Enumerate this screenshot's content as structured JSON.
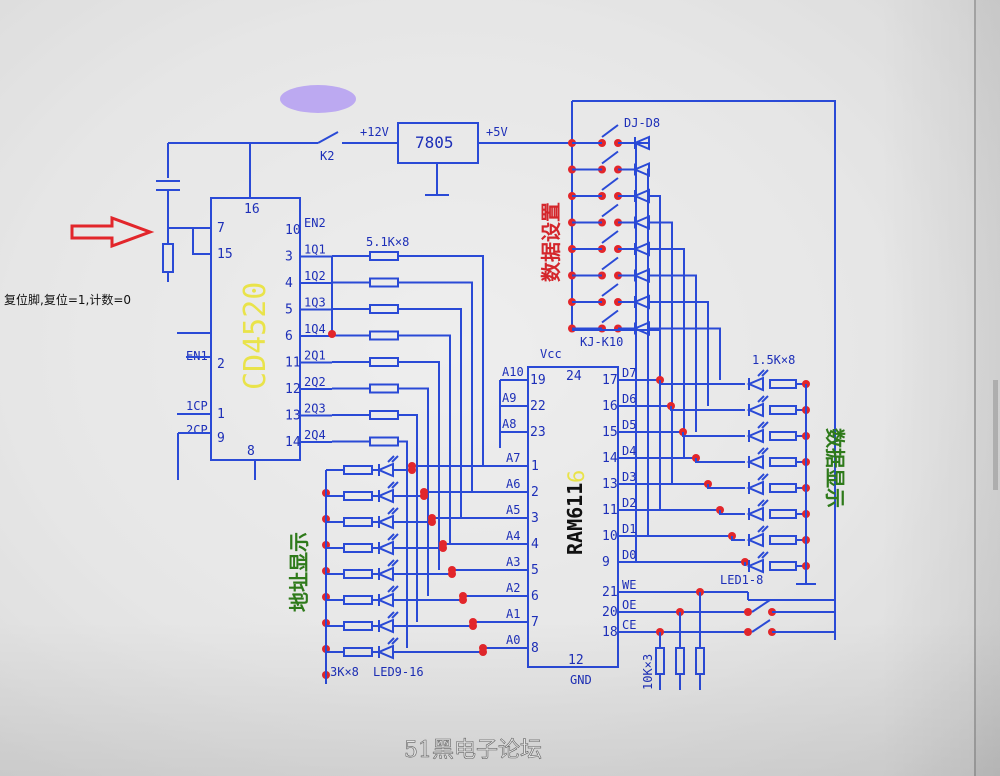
{
  "annotation_note": "复位脚,复位=1,计数=0",
  "watermark": "51黑电子论坛",
  "colors": {
    "wire": "#2a4ad6",
    "node": "#e2262b",
    "arrow": "#e2262b",
    "chip_label": "#e9e34a",
    "label_red": "#d4262b",
    "label_green": "#2e7a1a"
  },
  "labels": {
    "data_setting": "数据设置",
    "data_display": "数据显示",
    "address_display": "地址显示"
  },
  "counter": {
    "name": "CD4520",
    "pin_16": "16",
    "pin_8": "8",
    "left_pins": [
      {
        "num": "7",
        "name": ""
      },
      {
        "num": "15",
        "name": ""
      },
      {
        "num": "2",
        "name": "EN1"
      },
      {
        "num": "1",
        "name": "1CP"
      },
      {
        "num": "9",
        "name": "2CP"
      }
    ],
    "right_pins": [
      {
        "num": "10",
        "name": "EN2"
      },
      {
        "num": "3",
        "name": "1Q1"
      },
      {
        "num": "4",
        "name": "1Q2"
      },
      {
        "num": "5",
        "name": "1Q3"
      },
      {
        "num": "6",
        "name": "1Q4"
      },
      {
        "num": "11",
        "name": "2Q1"
      },
      {
        "num": "12",
        "name": "2Q2"
      },
      {
        "num": "13",
        "name": "2Q3"
      },
      {
        "num": "14",
        "name": "2Q4"
      }
    ]
  },
  "regulator": {
    "name": "7805",
    "input_label": "+12V",
    "output_label": "+5V",
    "switch_label": "K2"
  },
  "ram": {
    "name": "RAM611",
    "suffix": "6",
    "vcc": "Vcc",
    "vcc_pin": "24",
    "gnd": "GND",
    "gnd_pin": "12",
    "address_pins": [
      {
        "name": "A10",
        "num": "19"
      },
      {
        "name": "A9",
        "num": "22"
      },
      {
        "name": "A8",
        "num": "23"
      },
      {
        "name": "A7",
        "num": "1"
      },
      {
        "name": "A6",
        "num": "2"
      },
      {
        "name": "A5",
        "num": "3"
      },
      {
        "name": "A4",
        "num": "4"
      },
      {
        "name": "A3",
        "num": "5"
      },
      {
        "name": "A2",
        "num": "6"
      },
      {
        "name": "A1",
        "num": "7"
      },
      {
        "name": "A0",
        "num": "8"
      }
    ],
    "data_pins": [
      {
        "name": "D7",
        "num": "17"
      },
      {
        "name": "D6",
        "num": "16"
      },
      {
        "name": "D5",
        "num": "15"
      },
      {
        "name": "D4",
        "num": "14"
      },
      {
        "name": "D3",
        "num": "13"
      },
      {
        "name": "D2",
        "num": "11"
      },
      {
        "name": "D1",
        "num": "10"
      },
      {
        "name": "D0",
        "num": "9"
      }
    ],
    "control_pins": [
      {
        "name": "WE",
        "num": "21"
      },
      {
        "name": "OE",
        "num": "20"
      },
      {
        "name": "CE",
        "num": "18"
      }
    ]
  },
  "parts": {
    "diode_array": "DJ-D8",
    "key_array": "KJ-K10",
    "res_top": "5.1K×8",
    "res_data": "1.5K×8",
    "led_data": "LED1-8",
    "res_addr": "3K×8",
    "led_addr": "LED9-16",
    "res_ctrl": "10K×3"
  }
}
